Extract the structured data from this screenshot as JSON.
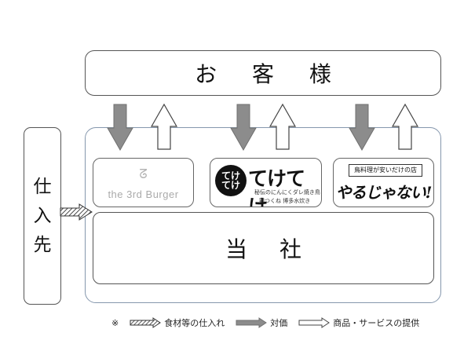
{
  "customers": {
    "label": "お 客 様"
  },
  "supplier": {
    "chars": [
      "仕",
      "入",
      "先"
    ]
  },
  "company": {
    "label": "当 社"
  },
  "brands": [
    {
      "mark": "ᘔ",
      "name": "the 3rd Burger"
    },
    {
      "seal": "てけ てけ",
      "title": "てけてけ",
      "sub1": "秘伝のにんにくダレ焼き鳥",
      "sub2": "鶏つくね 博多水炊き"
    },
    {
      "banner": "鳥料理が安いだけの店",
      "title": "やるじゃない!"
    }
  ],
  "legend": {
    "note_mark": "※",
    "items": [
      {
        "icon": "hatched-arrow-icon",
        "label": "食材等の仕入れ"
      },
      {
        "icon": "gray-arrow-icon",
        "label": "対価"
      },
      {
        "icon": "outline-arrow-icon",
        "label": "商品・サービスの提供"
      }
    ]
  }
}
